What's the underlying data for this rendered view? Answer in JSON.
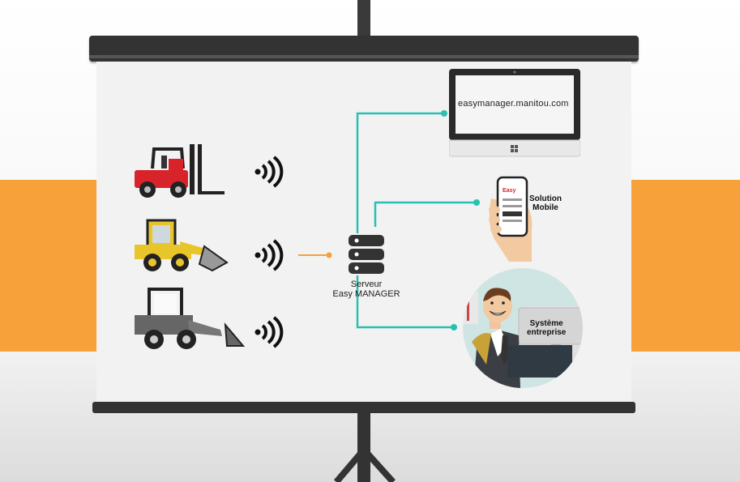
{
  "diagram": {
    "monitor_url": "easymanager.manitou.com",
    "server_label_line1": "Serveur",
    "server_label_line2": "Easy MANAGER",
    "mobile_label_line1": "Solution",
    "mobile_label_line2": "Mobile",
    "system_label_line1": "Système",
    "system_label_line2": "entreprise",
    "phone_brand": "Easy"
  },
  "colors": {
    "accent_orange": "#f7a13a",
    "connector_teal": "#2bbfb3",
    "screen_bg": "#f2f2f2",
    "frame_dark": "#333333",
    "forklift_red": "#d8232a",
    "loader_yellow": "#e8c52a"
  },
  "icons": [
    "forklift-icon",
    "wheel-loader-icon",
    "compact-loader-icon",
    "wifi-signal-icon",
    "server-icon",
    "monitor-icon",
    "smartphone-icon",
    "businessman-icon"
  ]
}
